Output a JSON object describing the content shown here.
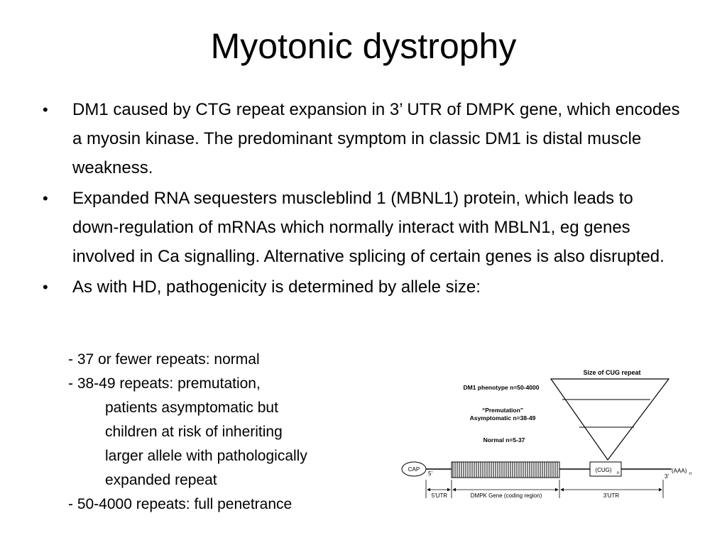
{
  "slide": {
    "title": "Myotonic dystrophy",
    "bullets": [
      "DM1 caused by CTG repeat expansion in 3’ UTR of DMPK gene, which encodes a myosin kinase. The predominant symptom in classic DM1 is distal muscle weakness.",
      "Expanded RNA sequesters muscleblind 1 (MBNL1) protein, which leads to down-regulation of mRNAs which normally interact with MBLN1, eg genes involved in Ca signalling. Alternative splicing of certain genes is also disrupted.",
      "As with HD, pathogenicity is determined by allele size:"
    ],
    "sublist": {
      "line1": "- 37 or fewer repeats: normal",
      "line2": "- 38-49 repeats: premutation,",
      "line3": "patients asymptomatic but",
      "line4": "children at risk of inheriting",
      "line5": "larger allele with  pathologically",
      "line6": "expanded repeat",
      "line7": "- 50-4000 repeats: full penetrance"
    }
  },
  "figure": {
    "triangle_title": "Size of CUG repeat",
    "dm1_phenotype": "DM1 phenotype n=50-4000",
    "premutation": "“Premutation”",
    "asymptomatic": "Asymptomatic n=38-49",
    "normal": "Normal n=5-37",
    "cap": "CAP",
    "five_prime": "5'",
    "three_prime": "3'",
    "cug_label": "(CUG)",
    "cug_subscript": "n",
    "polya_label": "(AAA)",
    "polya_subscript": "n",
    "utr5": "5'UTR",
    "coding": "DMPK Gene (coding region)",
    "utr3": "3'UTR"
  }
}
